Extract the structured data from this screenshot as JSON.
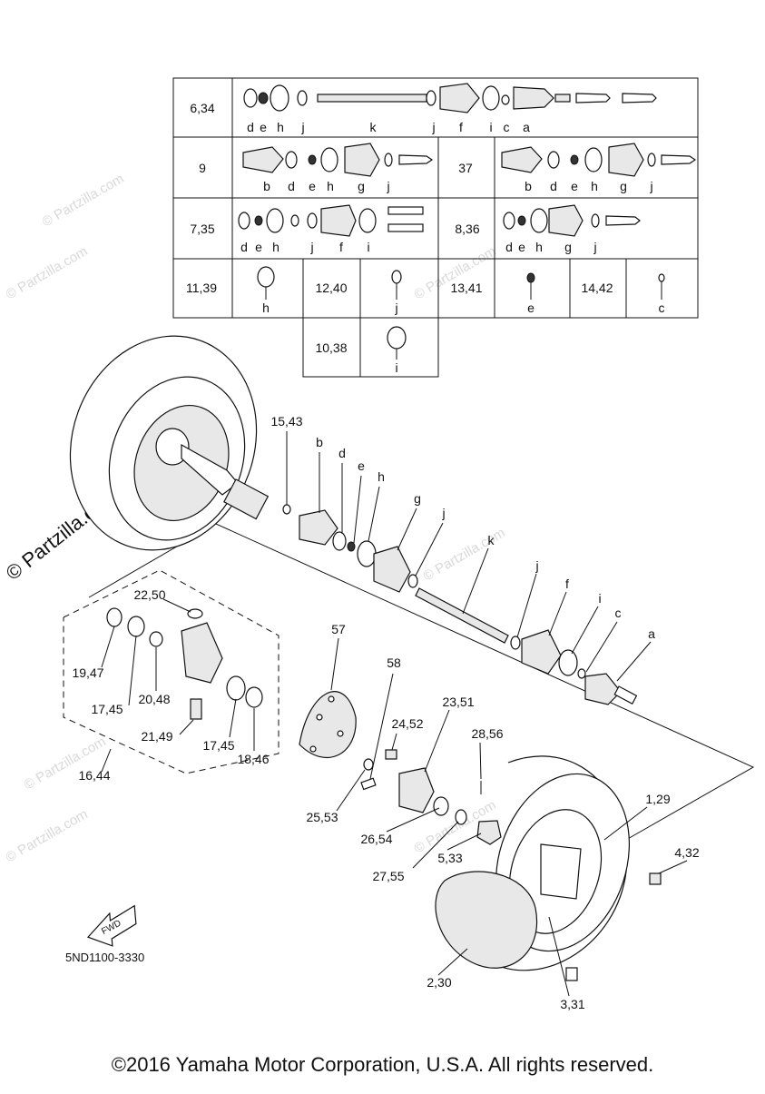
{
  "diagram": {
    "code": "5ND1100-3330",
    "fwd_label": "FWD",
    "copyright": "©2016 Yamaha Motor Corporation, U.S.A. All rights reserved."
  },
  "watermark": "© Partzilla.com",
  "table": {
    "row1": {
      "key": "6,34",
      "letters": [
        "d",
        "e",
        "h",
        "j",
        "k",
        "j",
        "f",
        "i",
        "c",
        "a"
      ]
    },
    "row2a": {
      "key": "9",
      "letters": [
        "b",
        "d",
        "e",
        "h",
        "g",
        "j"
      ]
    },
    "row2b": {
      "key": "37",
      "letters": [
        "b",
        "d",
        "e",
        "h",
        "g",
        "j"
      ]
    },
    "row3a": {
      "key": "7,35",
      "letters": [
        "d",
        "e",
        "h",
        "j",
        "f",
        "i"
      ]
    },
    "row3b": {
      "key": "8,36",
      "letters": [
        "d",
        "e",
        "h",
        "g",
        "j"
      ]
    },
    "row4": [
      {
        "key": "11,39",
        "letter": "h"
      },
      {
        "key": "12,40",
        "letter": "j"
      },
      {
        "key": "13,41",
        "letter": "e"
      },
      {
        "key": "14,42",
        "letter": "c"
      }
    ],
    "row5": {
      "key": "10,38",
      "letter": "i"
    }
  },
  "callouts": {
    "c1543": "15,43",
    "b": "b",
    "d": "d",
    "e": "e",
    "h": "h",
    "g": "g",
    "j1": "j",
    "k": "k",
    "j2": "j",
    "f": "f",
    "i": "i",
    "c": "c",
    "a": "a",
    "c2250": "22,50",
    "c1947": "19,47",
    "c1745a": "17,45",
    "c2048": "20,48",
    "c2149": "21,49",
    "c1745b": "17,45",
    "c1846": "18,46",
    "c1644": "16,44",
    "c57": "57",
    "c58": "58",
    "c2351": "23,51",
    "c2452": "24,52",
    "c2856": "28,56",
    "c2553": "25,53",
    "c2654": "26,54",
    "c2755": "27,55",
    "c533": "5,33",
    "c129": "1,29",
    "c432": "4,32",
    "c230": "2,30",
    "c331": "3,31"
  }
}
